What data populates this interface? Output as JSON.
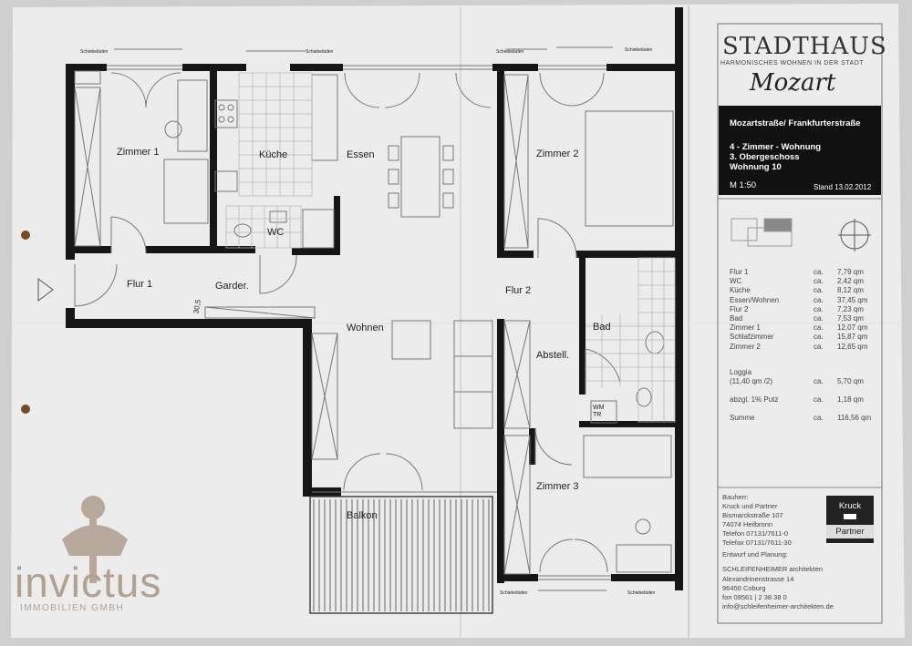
{
  "plan": {
    "rooms": [
      {
        "id": "zimmer1",
        "label": "Zimmer 1"
      },
      {
        "id": "kueche",
        "label": "Küche"
      },
      {
        "id": "essen",
        "label": "Essen"
      },
      {
        "id": "zimmer2",
        "label": "Zimmer 2"
      },
      {
        "id": "wc",
        "label": "WC"
      },
      {
        "id": "flur1",
        "label": "Flur 1"
      },
      {
        "id": "garder",
        "label": "Garder."
      },
      {
        "id": "flur2",
        "label": "Flur 2"
      },
      {
        "id": "bad",
        "label": "Bad"
      },
      {
        "id": "wohnen",
        "label": "Wohnen"
      },
      {
        "id": "abstell",
        "label": "Abstell."
      },
      {
        "id": "zimmer3",
        "label": "Zimmer 3"
      },
      {
        "id": "balkon",
        "label": "Balkon"
      },
      {
        "id": "wmtr1",
        "label": "WM"
      },
      {
        "id": "wmtr2",
        "label": "TR"
      }
    ],
    "dimension": "30,5",
    "shutter_label": "Schiebeläden"
  },
  "legend": {
    "brand_title": "STADTHAUS",
    "brand_tagline": "HARMONISCHES WOHNEN IN DER STADT",
    "brand_script": "Mozart",
    "address": "Mozartstraße/ Frankfurterstraße",
    "unit_type": "4 - Zimmer - Wohnung",
    "floor": "3. Obergeschoss",
    "unit_no": "Wohnung 10",
    "scale": "M 1:50",
    "date": "Stand 13.02.2012",
    "areas": [
      {
        "name": "Flur 1",
        "ca": "ca.",
        "value": "7,79 qm"
      },
      {
        "name": "WC",
        "ca": "ca.",
        "value": "2,42 qm"
      },
      {
        "name": "Küche",
        "ca": "ca.",
        "value": "8,12 qm"
      },
      {
        "name": "Essen/Wohnen",
        "ca": "ca.",
        "value": "37,45 qm"
      },
      {
        "name": "Flur 2",
        "ca": "ca.",
        "value": "7,23 qm"
      },
      {
        "name": "Bad",
        "ca": "ca.",
        "value": "7,53 qm"
      },
      {
        "name": "Zimmer 1",
        "ca": "ca.",
        "value": "12,07 qm"
      },
      {
        "name": "Schlafzimmer",
        "ca": "ca.",
        "value": "15,87 qm"
      },
      {
        "name": "Zimmer 2",
        "ca": "ca.",
        "value": "12,65 qm"
      }
    ],
    "loggia_name": "Loggia",
    "loggia_note": "(11,40 qm /2)",
    "loggia_ca": "ca.",
    "loggia_value": "5,70 qm",
    "putz_name": "abzgl. 1% Putz",
    "putz_ca": "ca.",
    "putz_value": "1,18 qm",
    "sum_name": "Summe",
    "sum_ca": "ca.",
    "sum_value": "116,56 qm",
    "bauherr": [
      "Bauherr:",
      "Kruck und Partner",
      "Bismarckstraße 107",
      "74074 Heilbronn",
      "Telefon 07131/7611-0",
      "Telefax 07131/7611-30"
    ],
    "kruck_logo": [
      "Kruck",
      "Partner"
    ],
    "planung": [
      "Entwurf und Planung:",
      "SCHLEIFENHEIMER architekten",
      "Alexandrinenstrasse 14",
      "96450 Coburg",
      "fon 09561 | 2 38 38 0",
      "info@schleifenheimer-architekten.de"
    ]
  },
  "watermark": {
    "name": "invictus",
    "sub": "IMMOBILIEN GMBH"
  },
  "colors": {
    "paper": "#ececec",
    "wall": "#161616",
    "line": "#8a8a8a",
    "tile": "#b9b9b9",
    "watermark": "#b1a193"
  }
}
